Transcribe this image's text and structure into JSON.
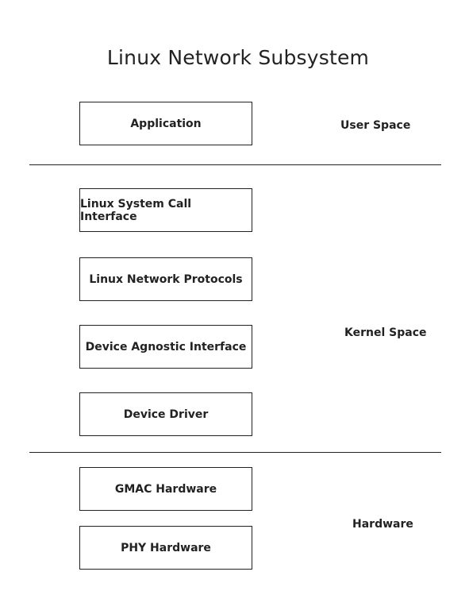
{
  "title": "Linux Network Subsystem",
  "boxes": [
    "Application",
    "Linux System Call Interface",
    "Linux Network Protocols",
    "Device Agnostic Interface",
    "Device Driver",
    "GMAC Hardware",
    "PHY Hardware"
  ],
  "regions": {
    "user_space": "User Space",
    "kernel_space": "Kernel Space",
    "hardware": "Hardware"
  }
}
